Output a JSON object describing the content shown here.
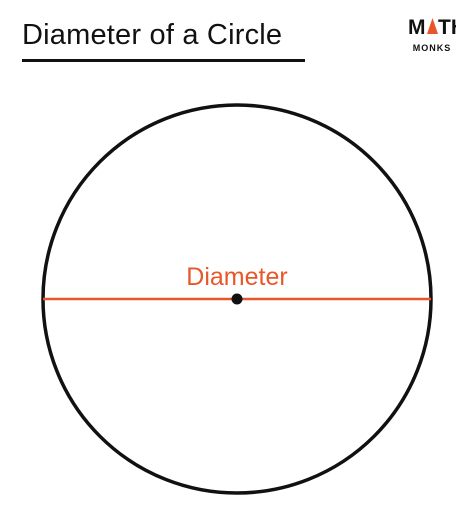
{
  "header": {
    "title": "Diameter of a Circle"
  },
  "logo": {
    "wordmark": "MATH",
    "subtext": "MONKS",
    "accent_color": "#e8572a"
  },
  "diagram": {
    "diameter_label": "Diameter",
    "circle_color": "#111111",
    "diameter_color": "#e8572a",
    "center_color": "#111111"
  }
}
